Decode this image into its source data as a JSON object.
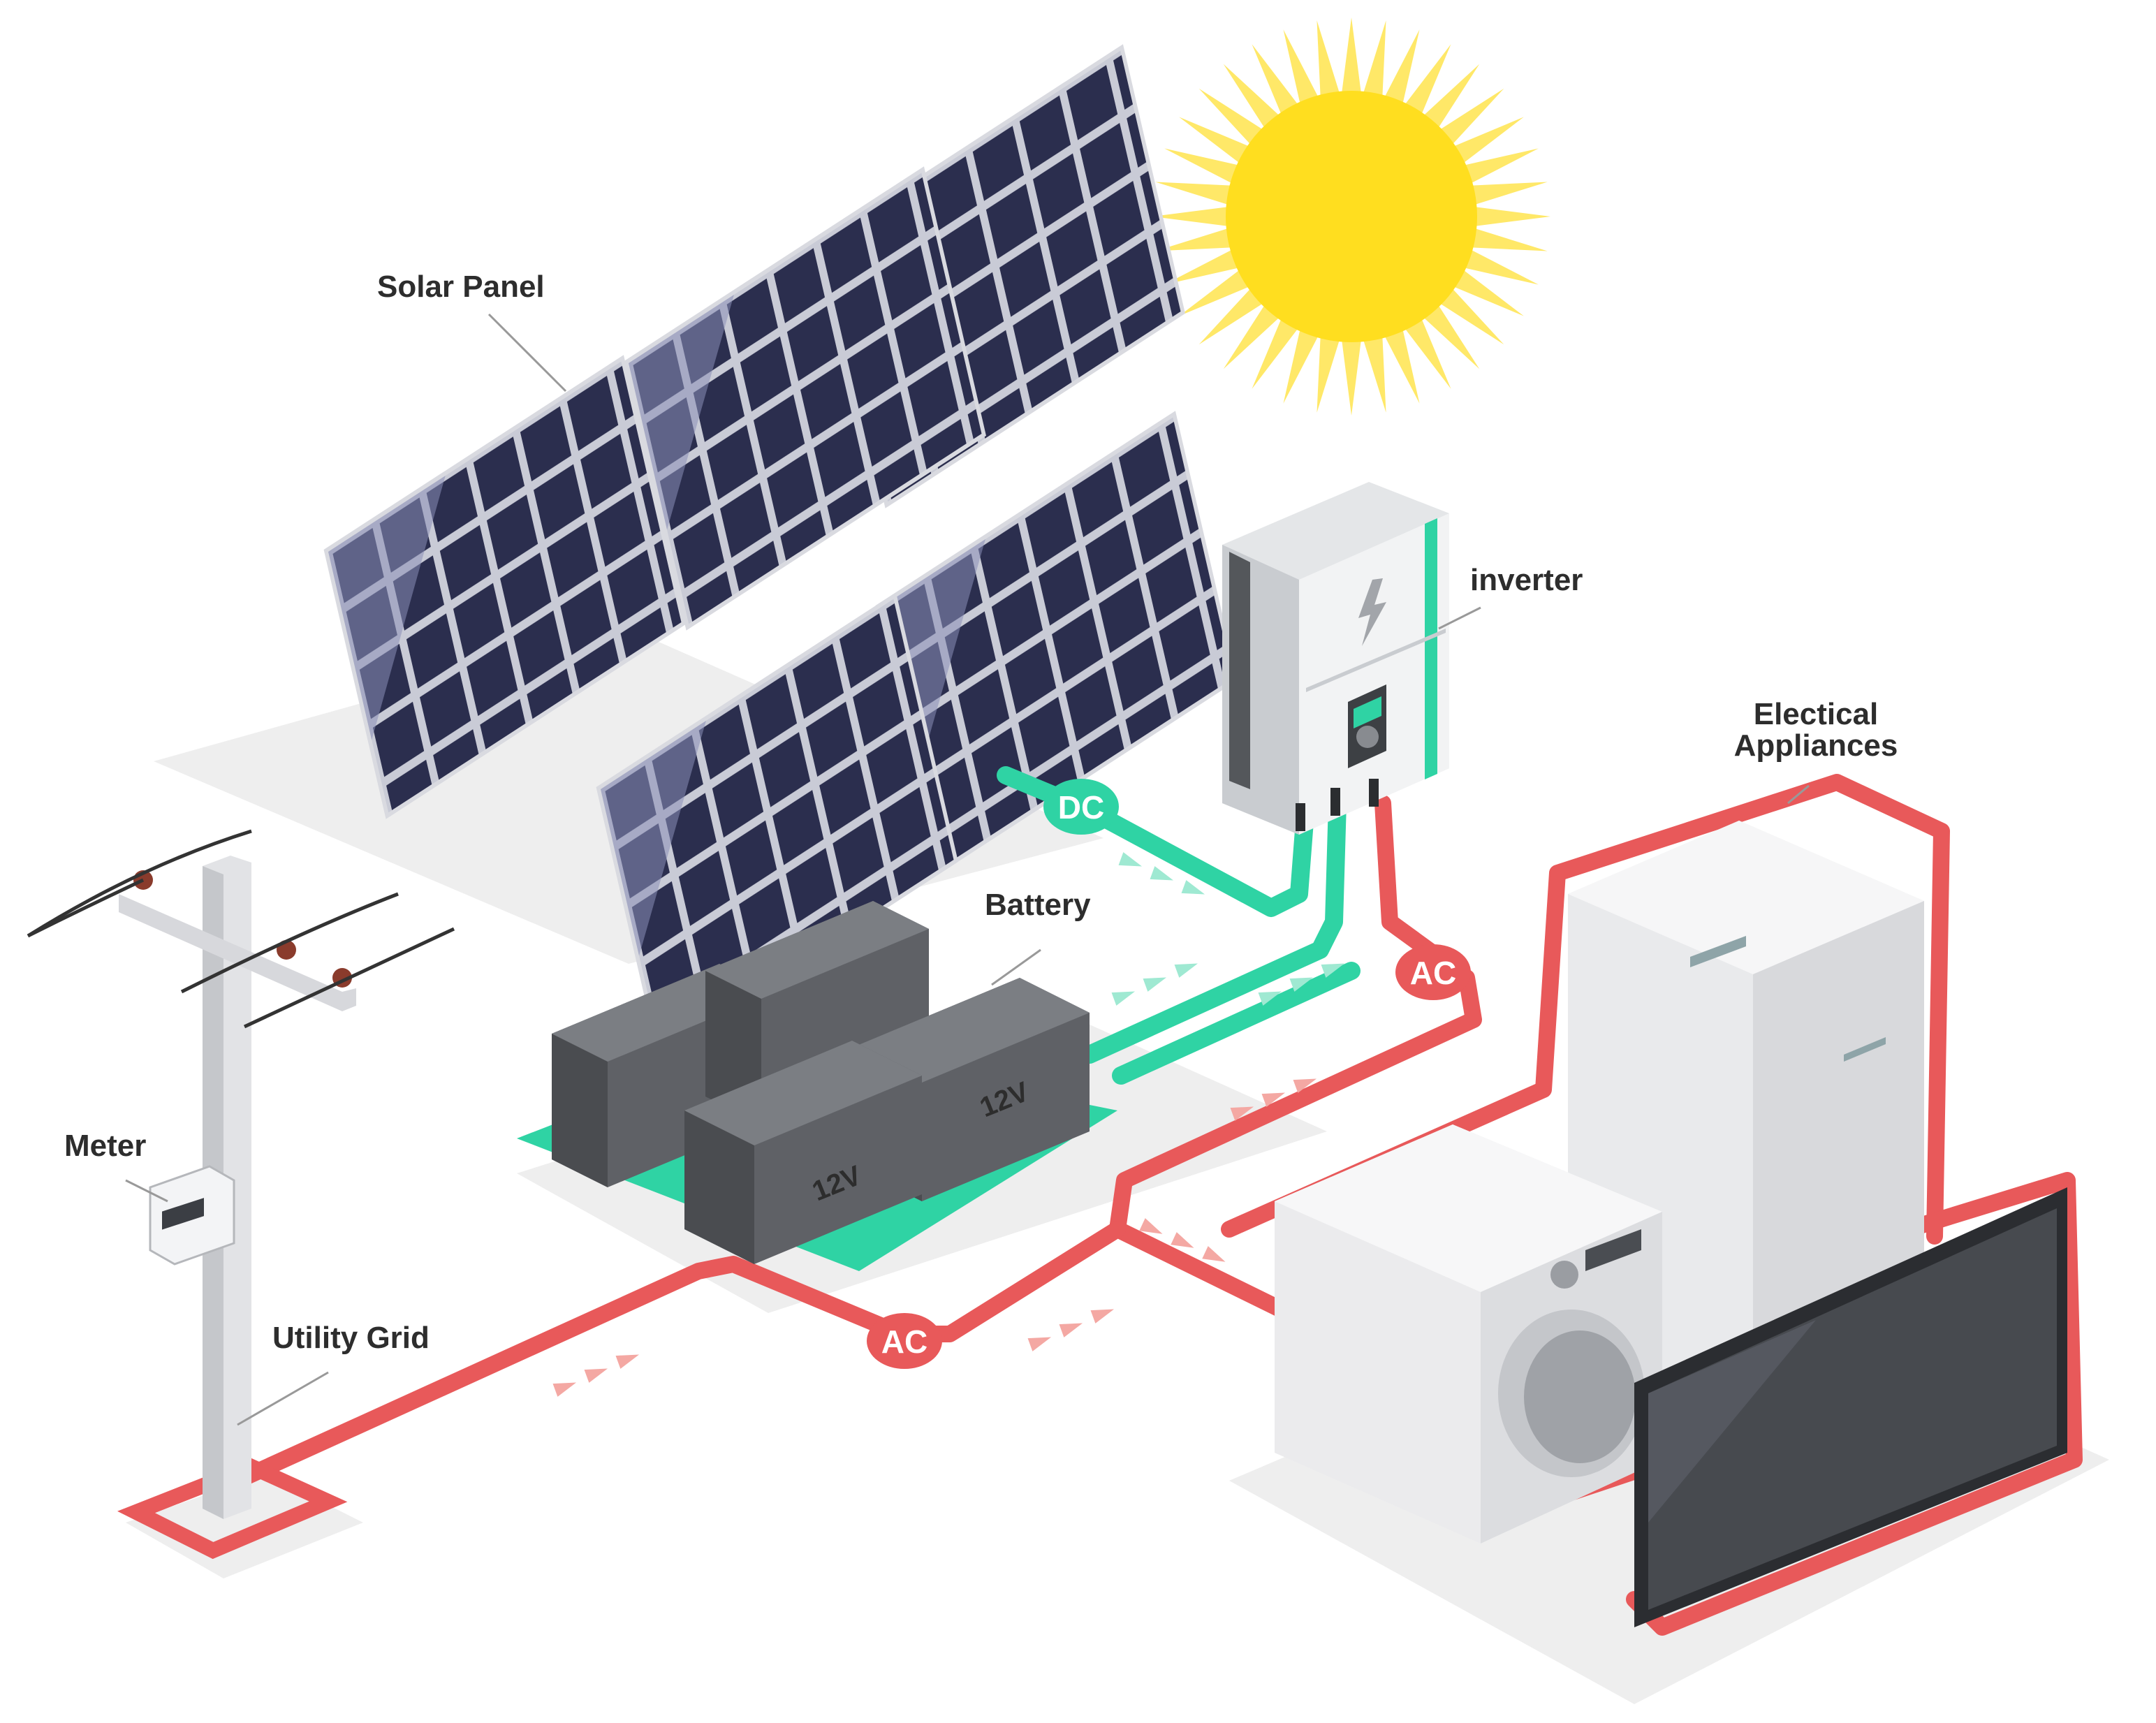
{
  "labels": {
    "solar_panel": "Solar Panel",
    "inverter": "inverter",
    "battery": "Battery",
    "electrical_appliances_line1": "Electical",
    "electrical_appliances_line2": "Appliances",
    "meter": "Meter",
    "utility_grid": "Utility Grid"
  },
  "badges": {
    "dc": "DC",
    "ac_inverter": "AC",
    "ac_grid": "AC"
  },
  "battery_voltage": "12V",
  "colors": {
    "dc_line": "#2fd3a4",
    "ac_line": "#e8595a",
    "sun": "#ffde1f",
    "sun_rays": "#ffe868",
    "panel_cell": "#2b2e4e",
    "panel_cell_light": "#8b8fb8",
    "battery_body": "#5f6166",
    "appliance_body": "#f0f0f0",
    "tv_screen": "#474a4f"
  },
  "icons": {
    "sun": "sun-icon",
    "inverter_bolt": "lightning-bolt-icon"
  }
}
